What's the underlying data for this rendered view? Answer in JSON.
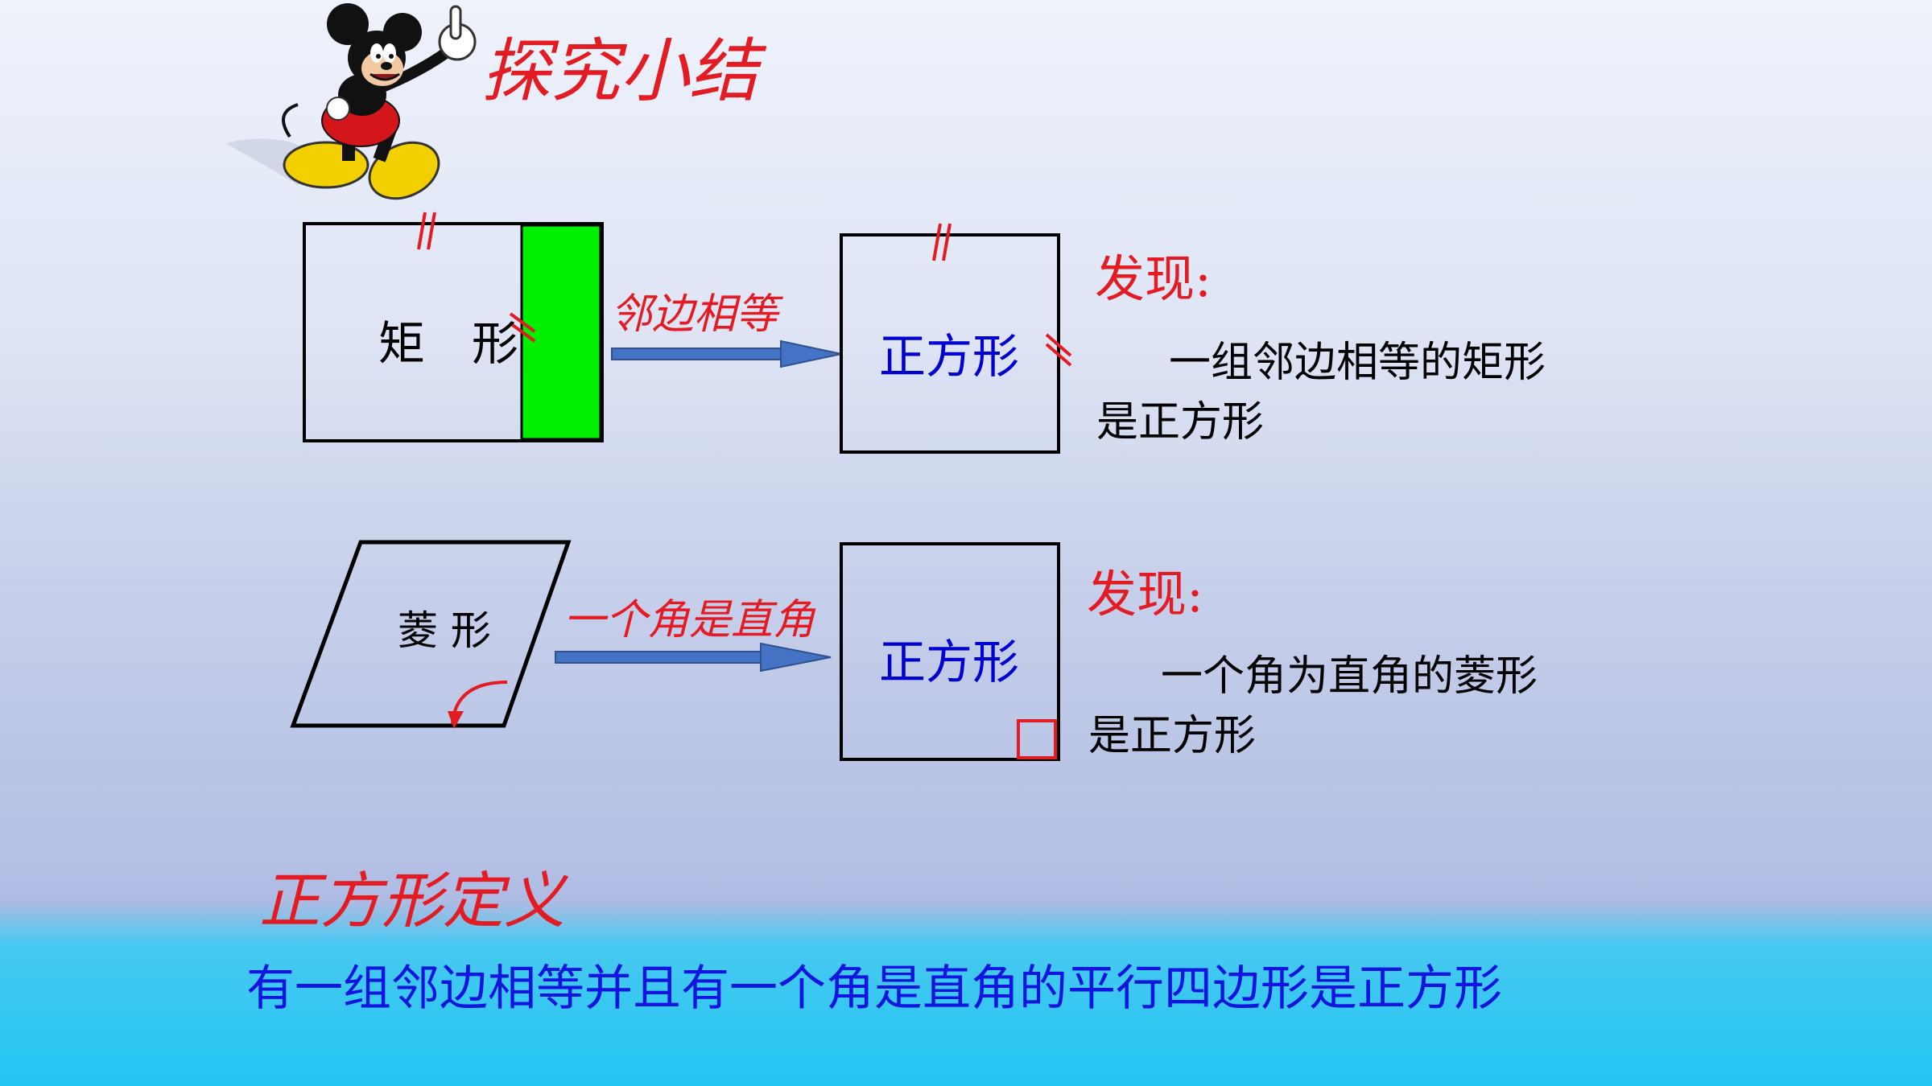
{
  "title": "探究小结",
  "row1": {
    "source_label": "矩　形",
    "arrow_label": "邻边相等",
    "target_label": "正方形",
    "finding_head": "发现:",
    "finding_line1": "一组邻边相等的矩形",
    "finding_line2": "是正方形"
  },
  "row2": {
    "source_label": "菱 形",
    "arrow_label": "一个角是直角",
    "target_label": "正方形",
    "finding_head": "发现:",
    "finding_line1": "一个角为直角的菱形",
    "finding_line2": "是正方形"
  },
  "definition": {
    "title": "正方形定义",
    "text": "有一组邻边相等并且有一个角是直角的平行四边形是正方形"
  },
  "colors": {
    "accent_red": "#e31b23",
    "square_label_blue": "#0000d0",
    "definition_blue": "#1414e0",
    "highlight_green": "#00ee00",
    "arrow_blue": "#4472c4"
  },
  "icons": {
    "mascot": "mickey-mouse-pointing-icon"
  }
}
